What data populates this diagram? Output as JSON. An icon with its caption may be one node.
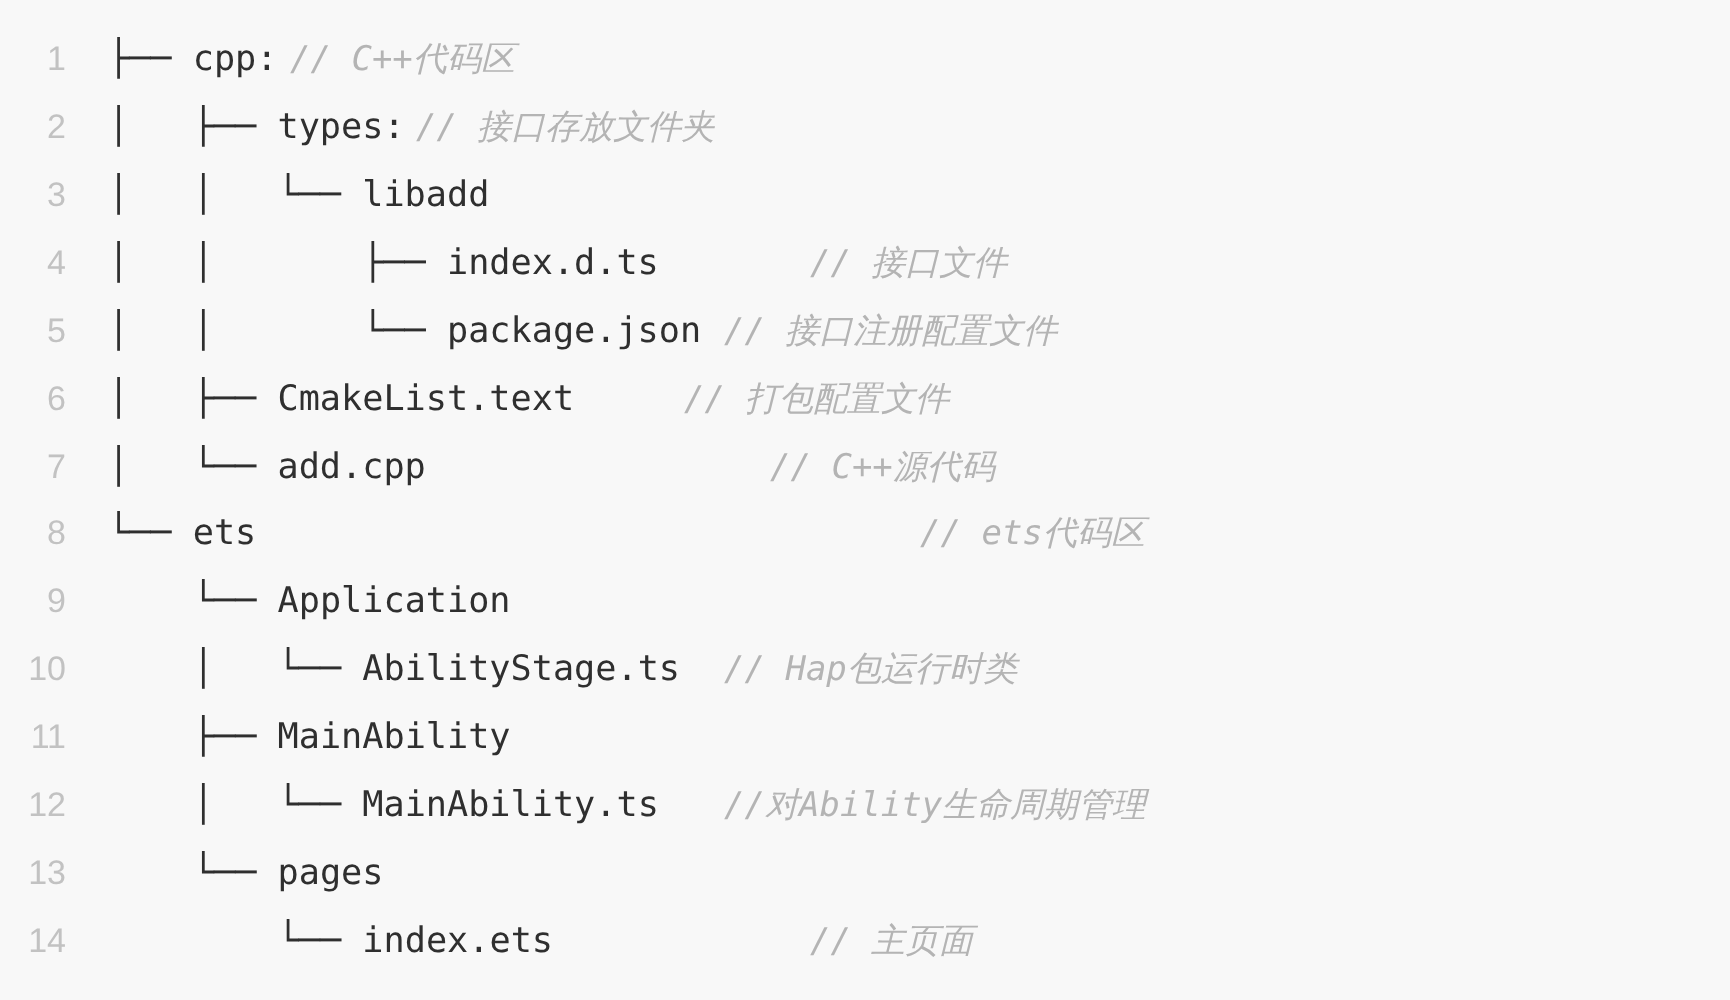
{
  "diagram": {
    "labels": [
      "1",
      "├── cpp:",
      "// C++代码区",
      "2",
      "│   ├── types:",
      "// 接口存放文件夹",
      "3",
      "│   │   └── libadd",
      "4",
      "│   │       ├── index.d.ts",
      "// 接口文件",
      "5",
      "│   │       └── package.json",
      "// 接口注册配置文件",
      "6",
      "│   ├── CmakeList.text",
      "// 打包配置文件",
      "7",
      "│   └── add.cpp",
      "// C++源代码",
      "8",
      "└── ets",
      "// ets代码区",
      "9",
      "└── Application",
      "10",
      "│   └── AbilityStage.ts",
      "// Hap包运行时类",
      "11",
      "├── MainAbility",
      "12",
      "│   └── MainAbility.ts",
      "//对Ability生命周期管理",
      "13",
      "└── pages",
      "14",
      "└── index.ets",
      "// 主页面"
    ]
  }
}
